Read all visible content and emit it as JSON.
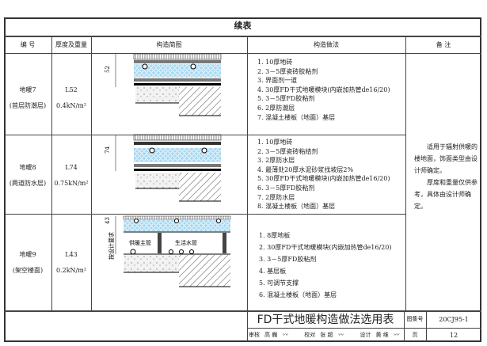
{
  "title": "续表",
  "headers": [
    "编 号",
    "厚度及重量",
    "构造简图",
    "构造做法",
    "备 注"
  ],
  "rows": [
    {
      "code": "地暖7",
      "sub": "(首层防潮层)",
      "thickness": "L52",
      "weight": "0.4kN/m²",
      "dim": "52",
      "steps": [
        "1. 10厚地砖",
        "2. 3－5厚瓷砖胶粘剂",
        "3. 界面剂一道",
        "4. 30厚FD干式地暖模块(内嵌加热管de16/20)",
        "5. 3－5厚FD胶粘剂",
        "6. 2厚防潮层",
        "7. 混凝土楼板（地面）基层"
      ]
    },
    {
      "code": "地暖8",
      "sub": "(两道防水层)",
      "thickness": "L74",
      "weight": "0.75kN/m²",
      "dim": "74",
      "steps": [
        "1. 10厚地砖",
        "2. 3－5厚瓷砖粘结剂",
        "3. 2厚防水层",
        "4. 最薄处20厚水泥砂浆找坡层2%",
        "5. 30厚FD干式地暖模块(内嵌加热管de16/20)",
        "6. 3－5厚FD胶粘剂",
        "7. 2厚防水层",
        "8. 混凝土楼板（地面）基层"
      ]
    },
    {
      "code": "地暖9",
      "sub": "(架空楼面)",
      "thickness": "L43",
      "weight": "0.2kN/m²",
      "dim": "43",
      "side_label": "按设计要求",
      "pipe_main": "供暖主管",
      "pipe_water": "生活水管",
      "steps": [
        "1. 8厚地板",
        "2. 30厚FD干式地暖模块(内嵌加热管de16/20)",
        "3. 3－5厚FD胶粘剂",
        "4. 基层板",
        "5. 可调节支撑",
        "6. 混凝土楼板（地面）基层"
      ]
    }
  ],
  "notes": [
    "适用于辐射供暖的楼地面，饰面类型由设计师确定。",
    "厚度和重量仅供参考，具体由设计师确定。"
  ],
  "footer": {
    "sheet_title": "FD干式地暖构造做法选用表",
    "atlas_label": "图集号",
    "atlas_no": "20CJ95-1",
    "page_label": "页",
    "page_no": "12",
    "sign": [
      "审核",
      "高 巍",
      "校对",
      "张 超",
      "设计",
      "黄 维"
    ]
  }
}
